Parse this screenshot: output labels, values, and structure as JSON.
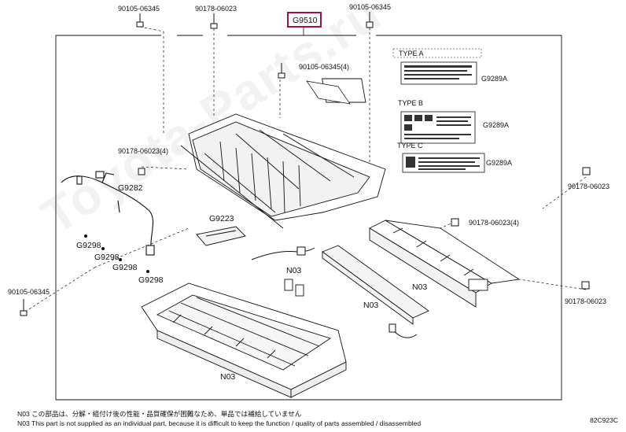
{
  "watermark": "Toyota-Parts.ru",
  "callouts": {
    "main": "G9510",
    "bolt_top_left": "90105-06345",
    "nut_top": "90178-06023",
    "bolt_top_right": "90105-06345",
    "bolt_center_4": "90105-06345(4)",
    "nut_left_4": "90178-06023(4)",
    "nut_right_upper": "90178-06023",
    "nut_mid_right_4": "90178-06023(4)",
    "nut_right_lower": "90178-06023",
    "bolt_left": "90105-06345",
    "g9282": "G9282",
    "g9223": "G9223",
    "g9298_a": "G9298",
    "g9298_b": "G9298",
    "g9298_c": "G9298",
    "g9298_d": "G9298",
    "n03_a": "N03",
    "n03_b": "N03",
    "n03_c": "N03",
    "n03_d": "N03"
  },
  "type_panel": {
    "type_a": "TYPE A",
    "type_b": "TYPE B",
    "type_c": "TYPE C",
    "label_a": "G9289A",
    "label_b": "G9289A",
    "label_c": "G9289A"
  },
  "footnote": {
    "jp": "N03  この部品は、分解・組付け後の性能・品質確保が困難なため、単品では補給していません",
    "en": "N03  This part is not supplied as an individual part, because it is difficult to keep the function / quality of parts  assembled / disassembled"
  },
  "figure_code": "82C923C",
  "colors": {
    "highlight": "#a0143c",
    "line": "#111111"
  }
}
